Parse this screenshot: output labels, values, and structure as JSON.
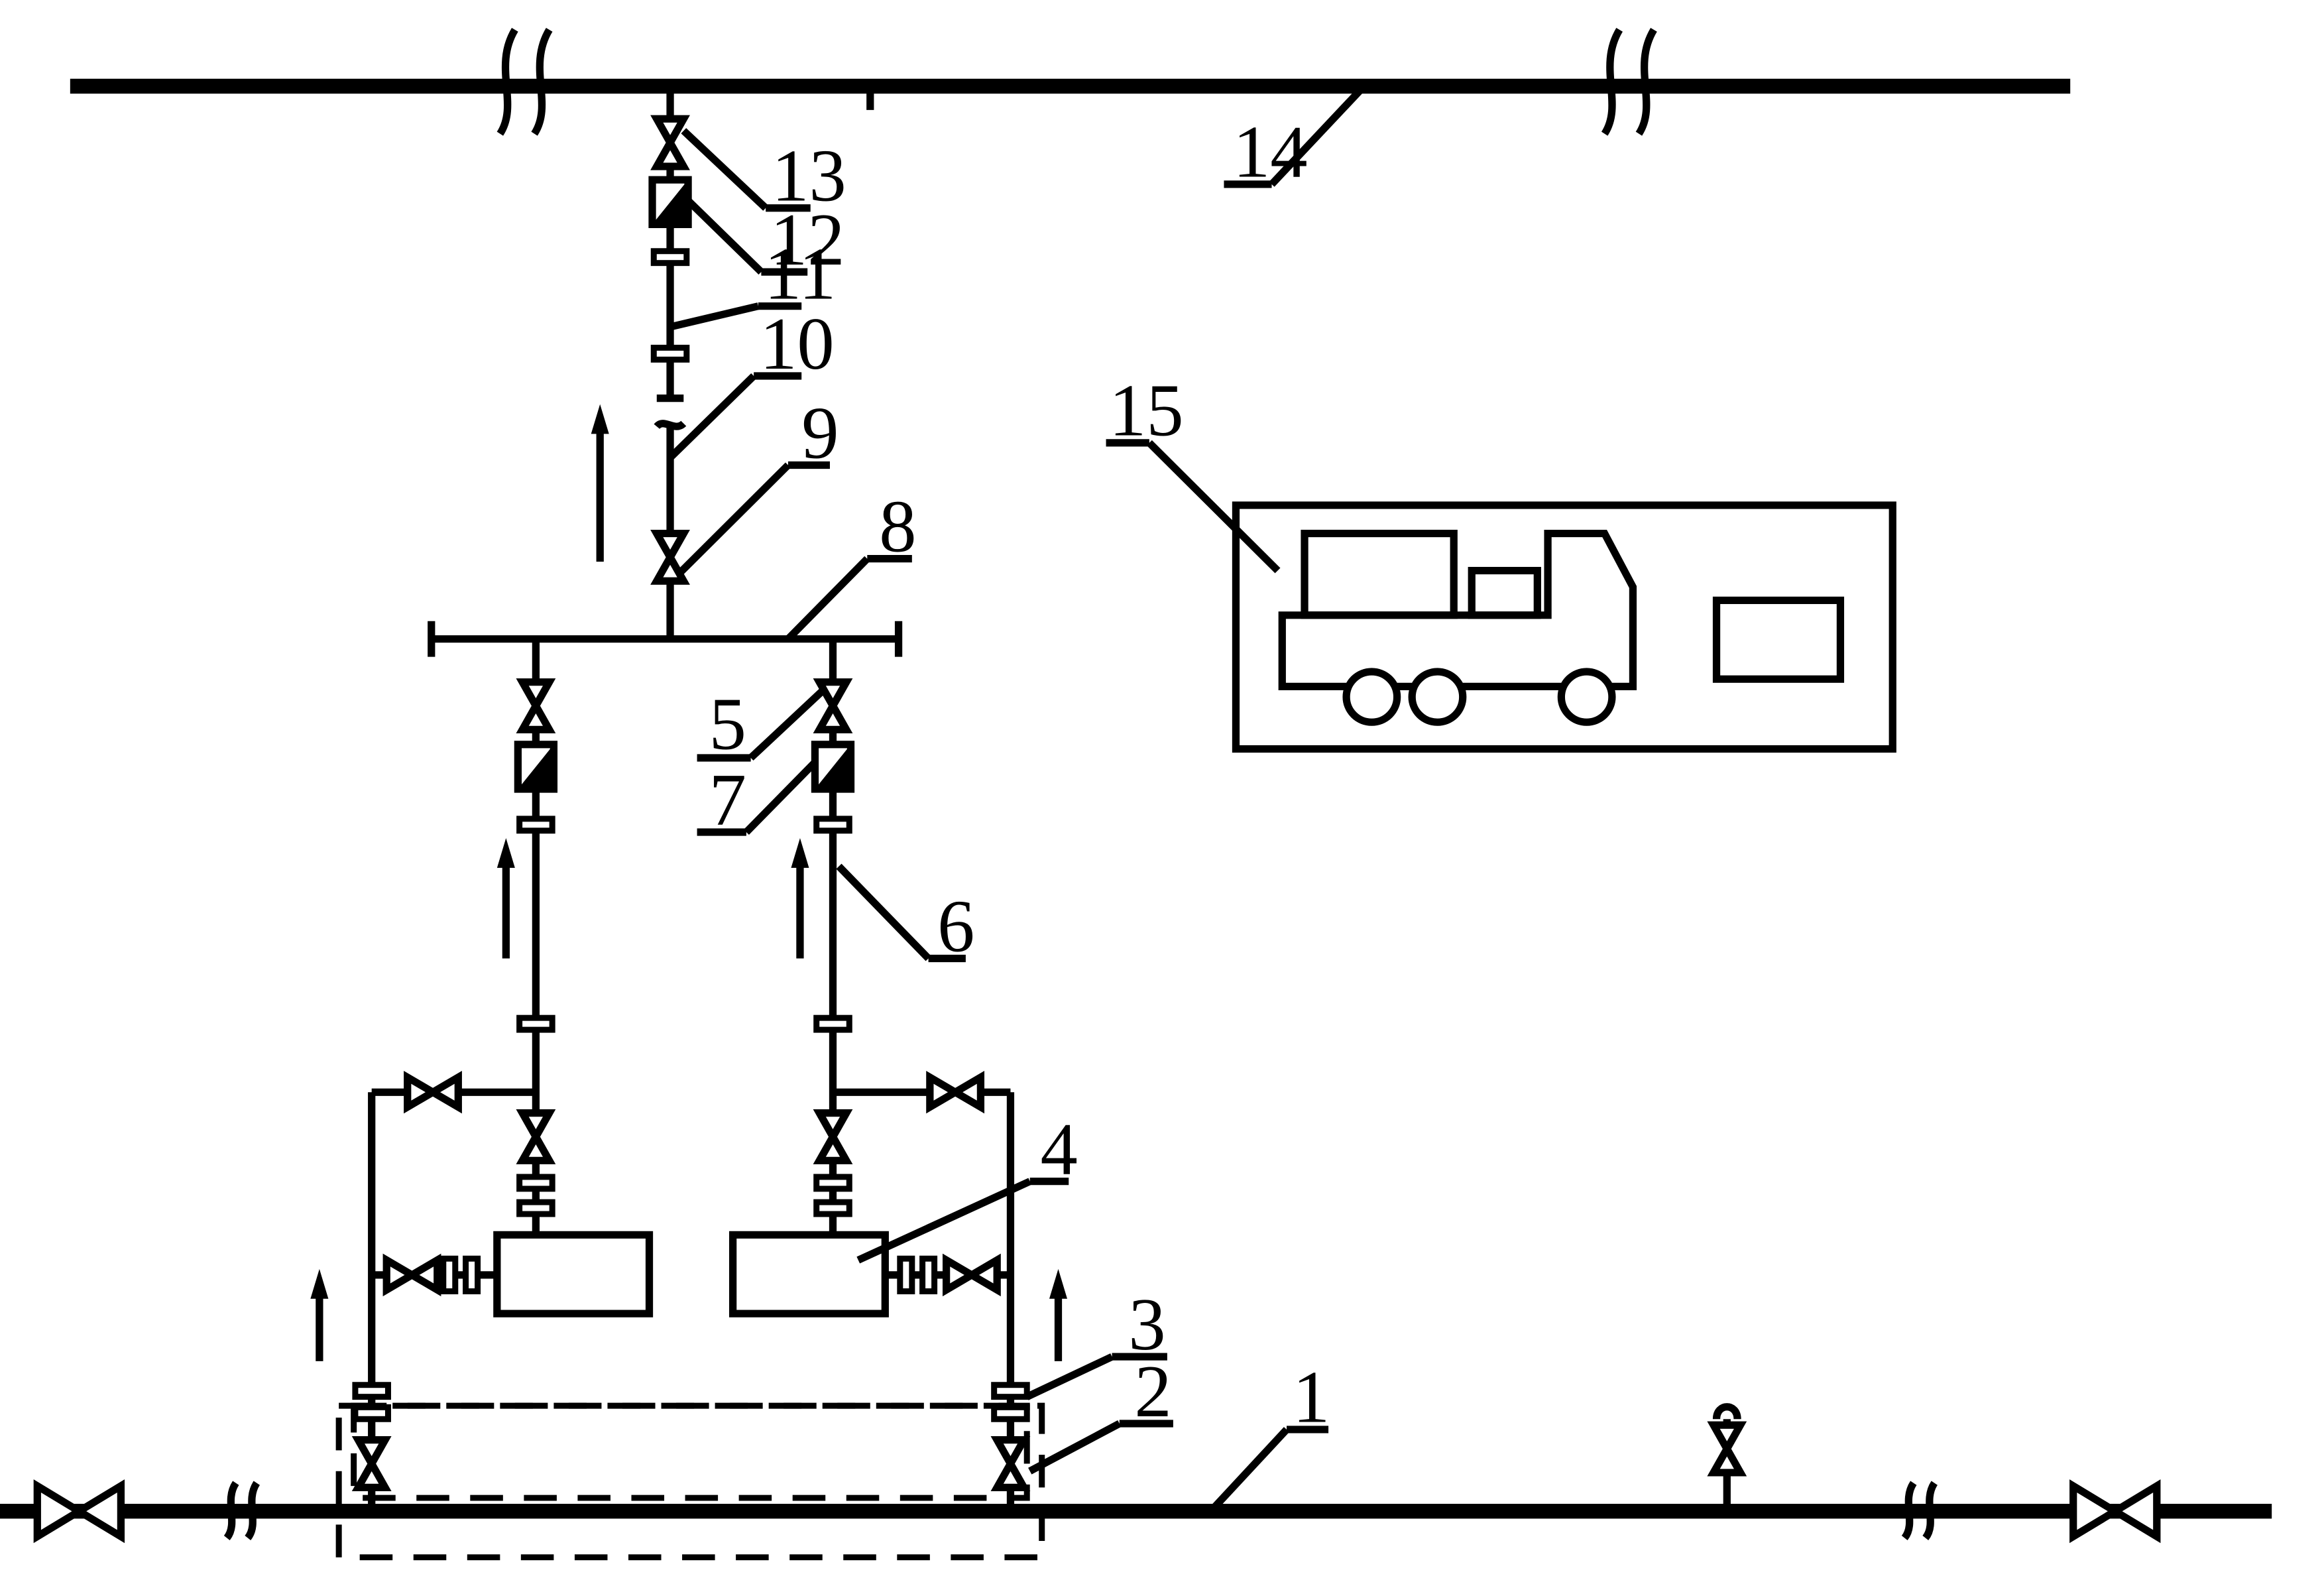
{
  "labels": [
    "1",
    "2",
    "3",
    "4",
    "5",
    "6",
    "7",
    "8",
    "9",
    "10",
    "11",
    "12",
    "13",
    "14",
    "15"
  ]
}
